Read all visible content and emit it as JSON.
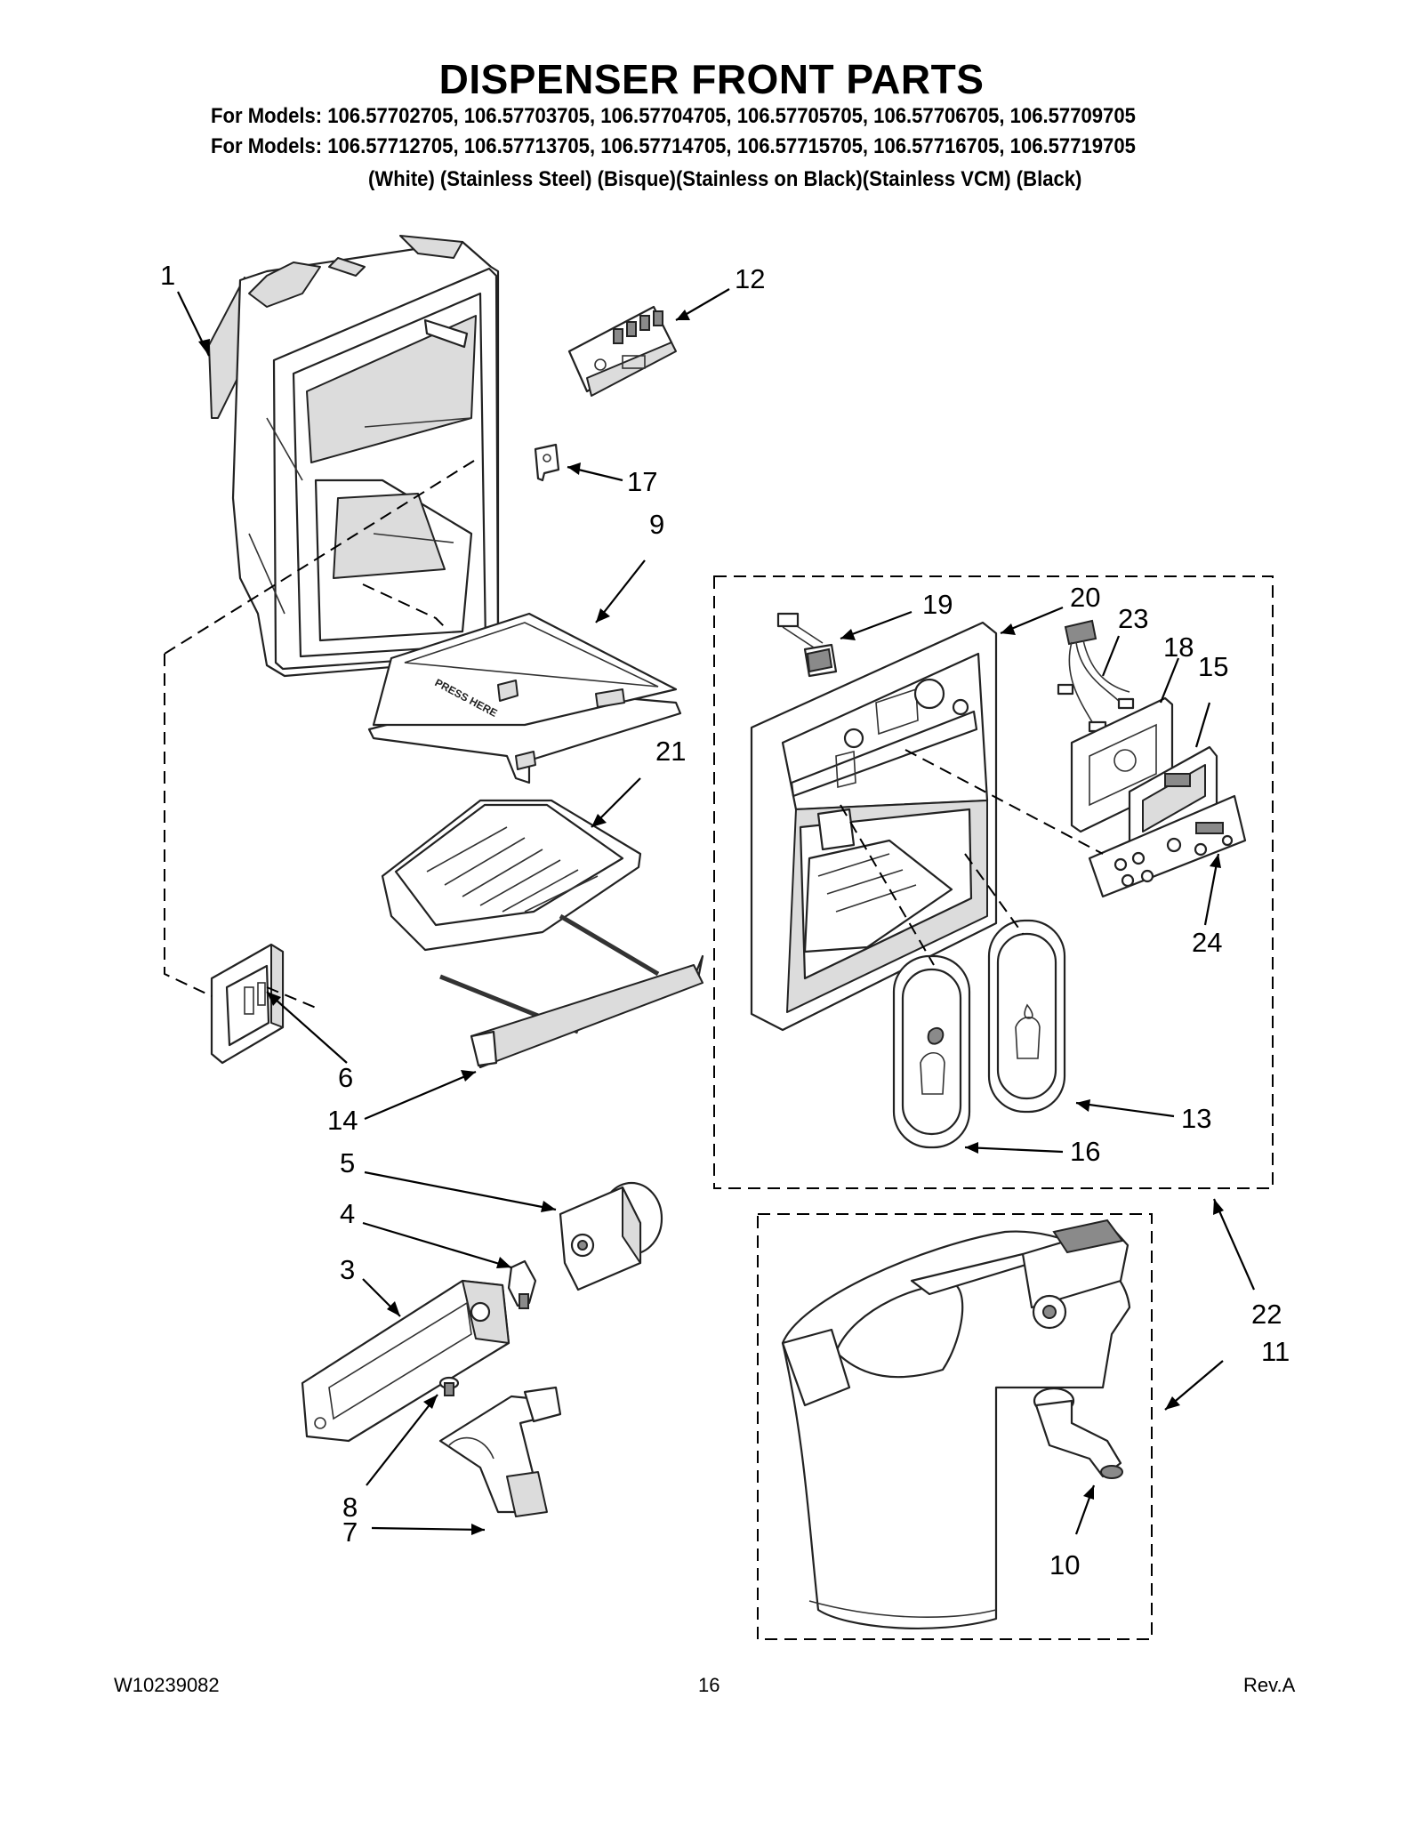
{
  "header": {
    "title": "DISPENSER FRONT PARTS",
    "models_line_1": "For Models: 106.57702705, 106.57703705, 106.57704705, 106.57705705, 106.57706705, 106.57709705",
    "models_line_2": "For Models: 106.57712705, 106.57713705, 106.57714705, 106.57715705, 106.57716705, 106.57719705",
    "colors_line": "(White)     (Stainless Steel)     (Bisque)(Stainless on Black)(Stainless VCM)    (Black)"
  },
  "callouts": {
    "c1": "1",
    "c2": "12",
    "c3": "17",
    "c4": "9",
    "c5": "19",
    "c6": "20",
    "c7": "23",
    "c8": "18",
    "c9": "15",
    "c10": "21",
    "c11": "24",
    "c12": "6",
    "c13": "14",
    "c14": "13",
    "c15": "16",
    "c16": "5",
    "c17": "4",
    "c18": "3",
    "c19": "22",
    "c20": "11",
    "c21": "8",
    "c22": "7",
    "c23": "10"
  },
  "stamp": {
    "press_here": "PRESS HERE"
  },
  "footer": {
    "doc_number": "W10239082",
    "page_number": "16",
    "revision": "Rev.A"
  }
}
